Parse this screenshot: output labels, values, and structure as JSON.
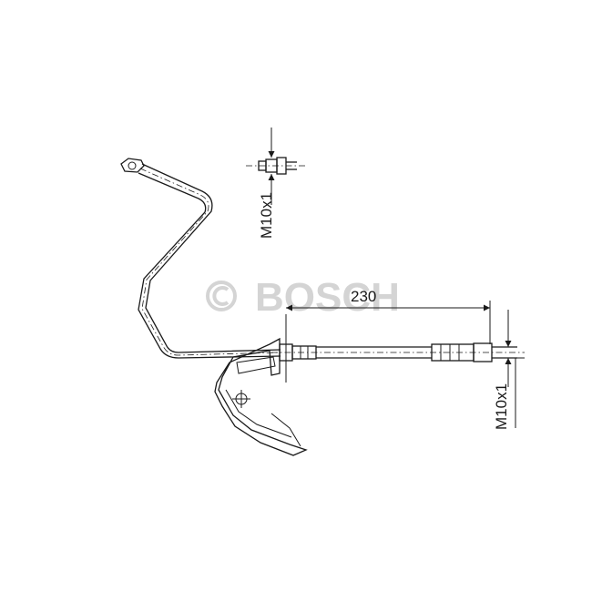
{
  "watermark": {
    "symbol": "©",
    "brand": "BOSCH",
    "color": "#d4d4d4"
  },
  "dimensions": {
    "hose_length": "230",
    "thread_top": "M10x1",
    "thread_right": "M10x1"
  },
  "colors": {
    "line": "#1a1a1a",
    "background": "#ffffff"
  }
}
